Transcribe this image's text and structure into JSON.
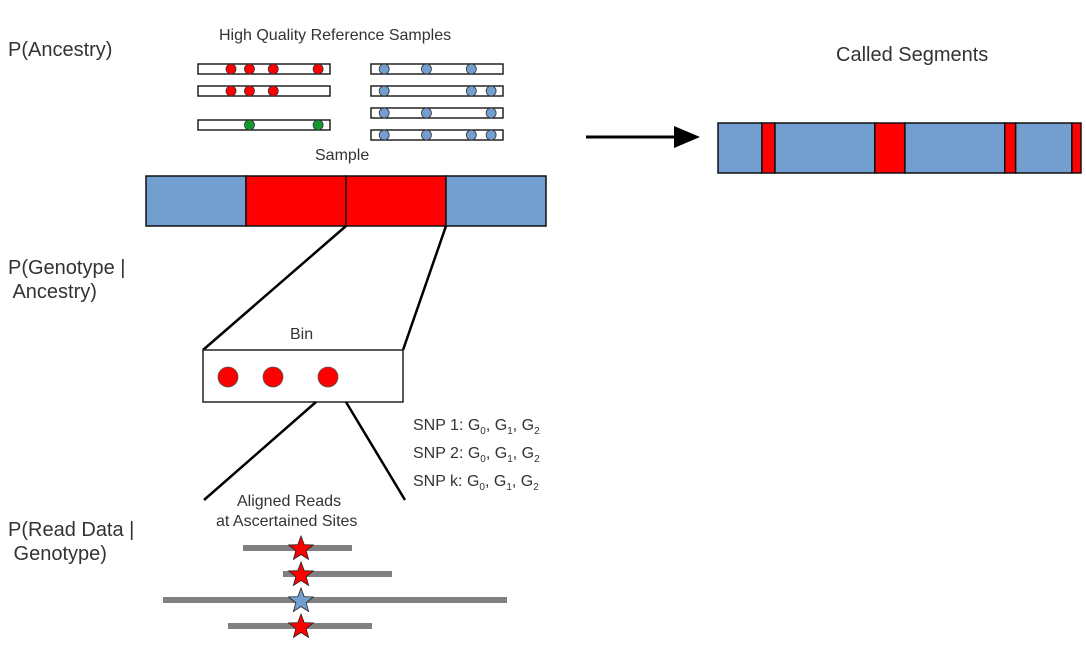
{
  "colors": {
    "ancestry_a": "#729fcf",
    "ancestry_b": "#ff0000",
    "ancestry_c": "#139a2f",
    "read": "#808080",
    "line": "#000000"
  },
  "labels": {
    "p_ancestry": "P(Ancestry)",
    "p_genotype_line1": "P(Genotype |",
    "p_genotype_line2": " Ancestry)",
    "p_read_line1": "P(Read Data |",
    "p_read_line2": " Genotype)",
    "reference_title": "High Quality Reference Samples",
    "sample": "Sample",
    "bin": "Bin",
    "aligned_line1": "Aligned Reads",
    "aligned_line2": "at Ascertained Sites",
    "called_segments": "Called Segments"
  },
  "snps": [
    {
      "name": "SNP 1",
      "genotypes": [
        "0",
        "1",
        "2"
      ]
    },
    {
      "name": "SNP 2",
      "genotypes": [
        "0",
        "1",
        "2"
      ]
    },
    {
      "name": "SNP k",
      "genotypes": [
        "0",
        "1",
        "2"
      ]
    }
  ],
  "reference_samples": {
    "left": [
      {
        "ancestry": "ancestry_b",
        "sites": [
          0.25,
          0.39,
          0.57,
          0.91
        ]
      },
      {
        "ancestry": "ancestry_b",
        "sites": [
          0.25,
          0.39,
          0.57
        ]
      },
      {
        "ancestry": "ancestry_c",
        "sites": [
          0.39,
          0.91
        ]
      }
    ],
    "right": [
      {
        "ancestry": "ancestry_a",
        "sites": [
          0.1,
          0.42,
          0.76
        ]
      },
      {
        "ancestry": "ancestry_a",
        "sites": [
          0.1,
          0.76,
          0.91
        ]
      },
      {
        "ancestry": "ancestry_a",
        "sites": [
          0.1,
          0.42,
          0.91
        ]
      },
      {
        "ancestry": "ancestry_a",
        "sites": [
          0.1,
          0.42,
          0.76,
          0.91
        ]
      }
    ]
  },
  "sample_segments": [
    {
      "ancestry": "ancestry_a",
      "fraction": 0.25
    },
    {
      "ancestry": "ancestry_b",
      "fraction": 0.25
    },
    {
      "ancestry": "ancestry_b",
      "fraction": 0.25
    },
    {
      "ancestry": "ancestry_a",
      "fraction": 0.25
    }
  ],
  "bin_snps": [
    {
      "ancestry": "ancestry_b"
    },
    {
      "ancestry": "ancestry_b"
    },
    {
      "ancestry": "ancestry_b"
    }
  ],
  "reads": [
    {
      "allele": "ancestry_b"
    },
    {
      "allele": "ancestry_b"
    },
    {
      "allele": "ancestry_a"
    },
    {
      "allele": "ancestry_b"
    }
  ],
  "called_segments": [
    {
      "ancestry": "ancestry_a",
      "fraction": 0.121
    },
    {
      "ancestry": "ancestry_b",
      "fraction": 0.036
    },
    {
      "ancestry": "ancestry_a",
      "fraction": 0.275
    },
    {
      "ancestry": "ancestry_b",
      "fraction": 0.083
    },
    {
      "ancestry": "ancestry_a",
      "fraction": 0.275
    },
    {
      "ancestry": "ancestry_b",
      "fraction": 0.03
    },
    {
      "ancestry": "ancestry_a",
      "fraction": 0.155
    },
    {
      "ancestry": "ancestry_b",
      "fraction": 0.025
    }
  ]
}
